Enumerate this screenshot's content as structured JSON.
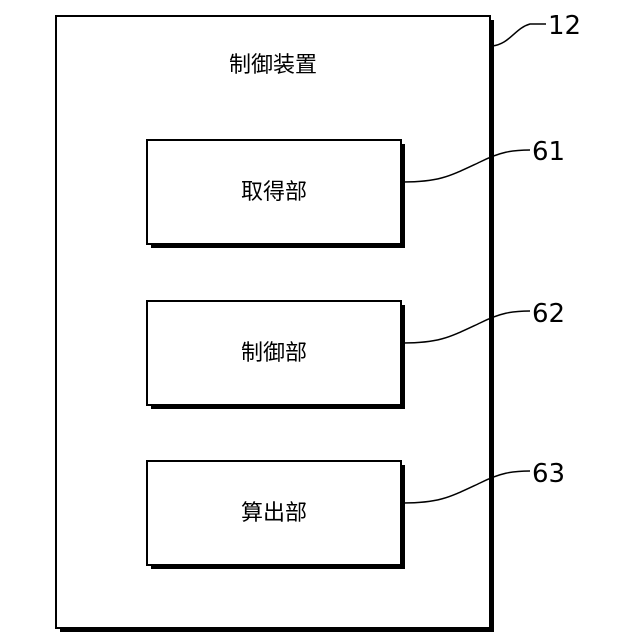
{
  "diagram": {
    "outer_box": {
      "title": "制御装置",
      "ref": "12"
    },
    "blocks": [
      {
        "label": "取得部",
        "ref": "61"
      },
      {
        "label": "制御部",
        "ref": "62"
      },
      {
        "label": "算出部",
        "ref": "63"
      }
    ],
    "colors": {
      "stroke": "#000000",
      "shadow": "#000000",
      "background": "#ffffff"
    }
  }
}
